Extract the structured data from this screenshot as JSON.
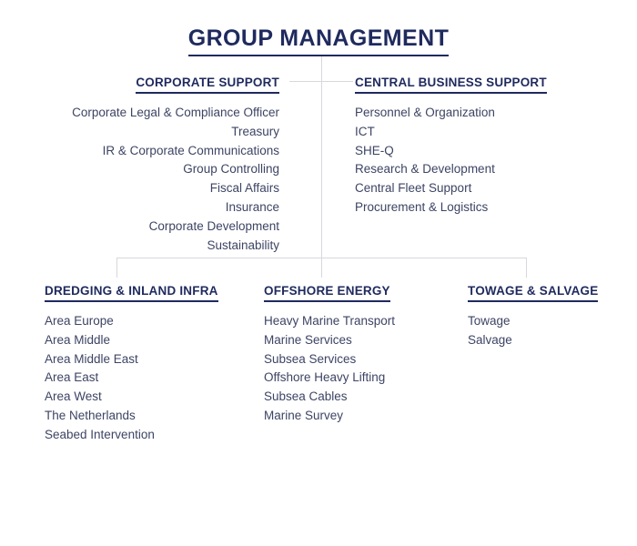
{
  "chart_data": {
    "type": "diagram",
    "title": "GROUP MANAGEMENT",
    "diagram_kind": "organizational-chart",
    "root": "GROUP MANAGEMENT",
    "groups": [
      {
        "id": "corporate-support",
        "header": "CORPORATE SUPPORT",
        "align": "right",
        "row": "top",
        "items": [
          "Corporate Legal & Compliance Officer",
          "Treasury",
          "IR & Corporate Communications",
          "Group Controlling",
          "Fiscal Affairs",
          "Insurance",
          "Corporate Development",
          "Sustainability"
        ]
      },
      {
        "id": "central-business-support",
        "header": "CENTRAL BUSINESS SUPPORT",
        "align": "left",
        "row": "top",
        "items": [
          "Personnel & Organization",
          "ICT",
          "SHE-Q",
          "Research & Development",
          "Central Fleet Support",
          "Procurement & Logistics"
        ]
      },
      {
        "id": "dredging-inland-infra",
        "header": "DREDGING & INLAND INFRA",
        "align": "left",
        "row": "bottom",
        "items": [
          "Area Europe",
          "Area Middle",
          "Area Middle East",
          "Area East",
          "Area West",
          "The Netherlands",
          "Seabed Intervention"
        ]
      },
      {
        "id": "offshore-energy",
        "header": "OFFSHORE ENERGY",
        "align": "left",
        "row": "bottom",
        "items": [
          "Heavy Marine Transport",
          "Marine Services",
          "Subsea Services",
          "Offshore Heavy Lifting",
          "Subsea Cables",
          "Marine Survey"
        ]
      },
      {
        "id": "towage-salvage",
        "header": "TOWAGE & SALVAGE",
        "align": "left",
        "row": "bottom",
        "items": [
          "Towage",
          "Salvage"
        ]
      }
    ],
    "colors": {
      "heading": "#1f2a5e",
      "body_text": "#3d4464",
      "connector_line": "#d8d8dc",
      "background": "#ffffff"
    }
  }
}
